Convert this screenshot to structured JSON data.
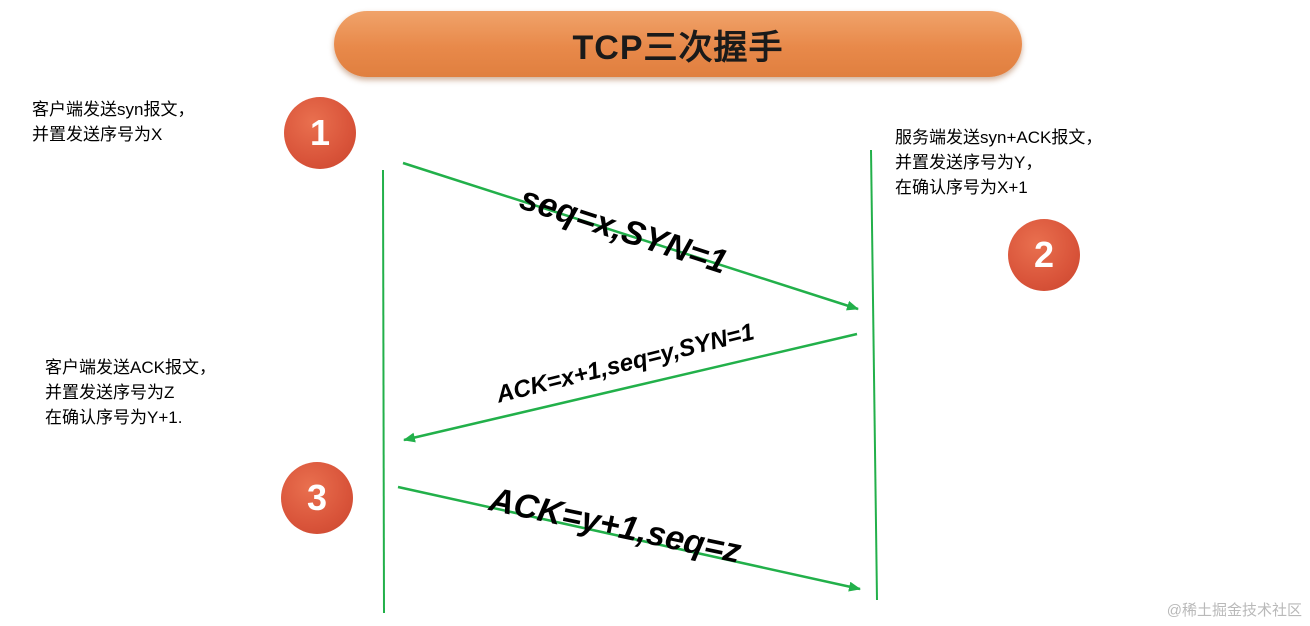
{
  "title": "TCP三次握手",
  "steps": [
    {
      "number": "1",
      "note_lines": [
        "客户端发送syn报文，",
        "并置发送序号为X"
      ]
    },
    {
      "number": "2",
      "note_lines": [
        "服务端发送syn+ACK报文，",
        "并置发送序号为Y，",
        "在确认序号为X+1"
      ]
    },
    {
      "number": "3",
      "note_lines": [
        "客户端发送ACK报文，",
        "并置发送序号为Z",
        "在确认序号为Y+1."
      ]
    }
  ],
  "messages": [
    {
      "label": "seq=x,SYN=1",
      "direction": "client-to-server"
    },
    {
      "label": "ACK=x+1,seq=y,SYN=1",
      "direction": "server-to-client"
    },
    {
      "label": "ACK=y+1,seq=z",
      "direction": "client-to-server"
    }
  ],
  "watermark": "@稀土掘金技术社区",
  "colors": {
    "arrow": "#22b04a",
    "badge": "#d9543a",
    "title_pill": "#e8894a"
  }
}
